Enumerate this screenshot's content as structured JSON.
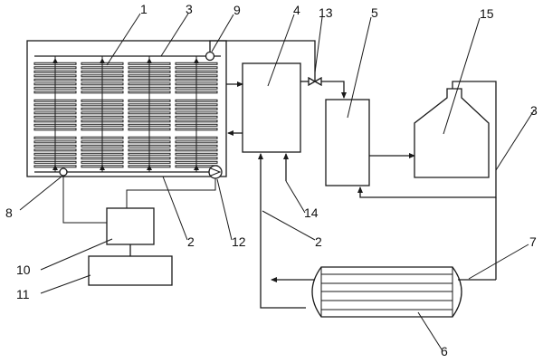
{
  "labels": {
    "l1": "1",
    "l2a": "2",
    "l2b": "2",
    "l3a": "3",
    "l3b": "3",
    "l4": "4",
    "l5": "5",
    "l6": "6",
    "l7": "7",
    "l8": "8",
    "l9": "9",
    "l10": "10",
    "l11": "11",
    "l12": "12",
    "l13": "13",
    "l14": "14",
    "l15": "15"
  },
  "collector_grid": {
    "rows": 3,
    "columns": 4,
    "slats_per_panel": 8
  }
}
